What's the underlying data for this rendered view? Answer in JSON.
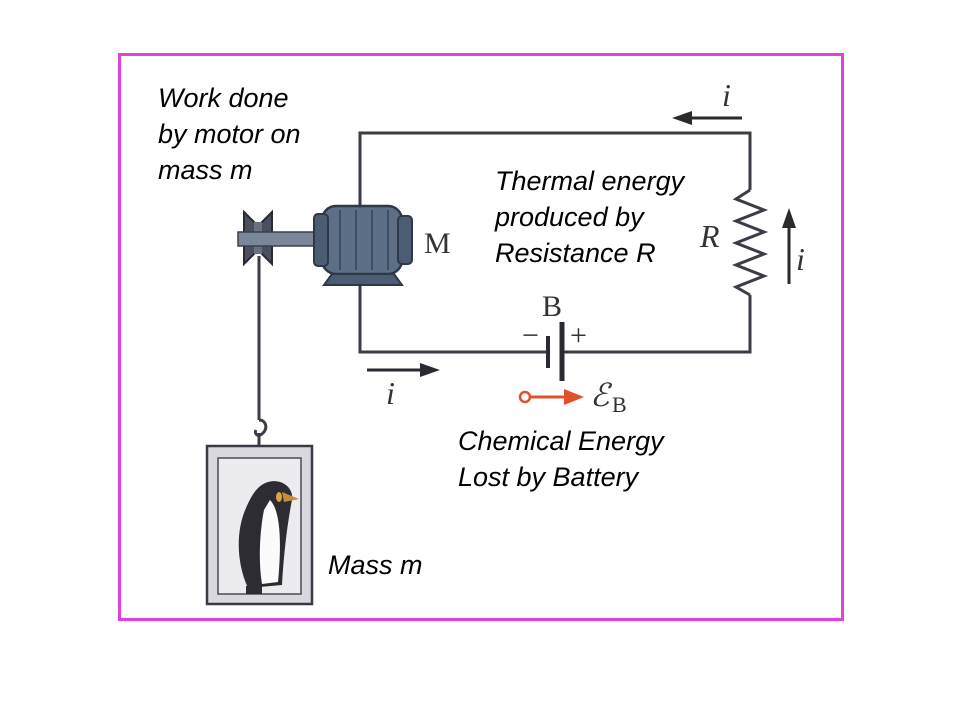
{
  "labels": {
    "motor_work_line1": "Work done",
    "motor_work_line2": "by motor on",
    "motor_work_line3": "mass m",
    "thermal_line1": "Thermal energy",
    "thermal_line2": "produced by",
    "thermal_line3": "Resistance R",
    "chemical_line1": "Chemical Energy",
    "chemical_line2": "Lost by Battery",
    "mass": "Mass m",
    "motor_symbol": "M",
    "resistor_symbol": "R",
    "battery_symbol": "B",
    "current_symbol": "i",
    "emf_symbol": "ℰ",
    "emf_subscript": "B",
    "battery_minus": "−",
    "battery_plus": "+"
  },
  "colors": {
    "frame_border": "#e040e0",
    "emf_arrow": "#e0502a",
    "wire": "#3c3c46",
    "motor_body": "#5c6f86"
  },
  "icons": {
    "penguin": "penguin-icon",
    "hook": "hook-icon"
  }
}
